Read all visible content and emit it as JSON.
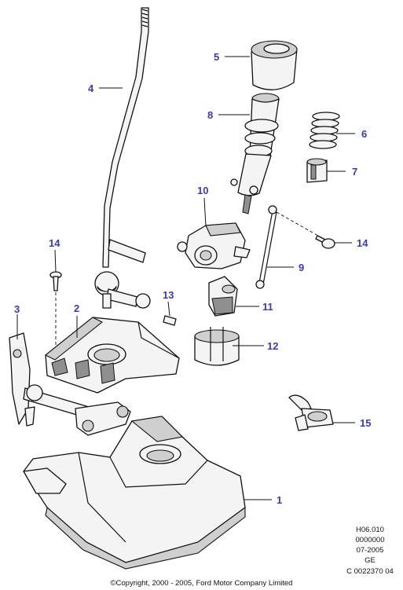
{
  "callouts": {
    "c1": "1",
    "c2": "2",
    "c3": "3",
    "c4": "4",
    "c5": "5",
    "c6": "6",
    "c7": "7",
    "c8": "8",
    "c9": "9",
    "c10": "10",
    "c11": "11",
    "c12": "12",
    "c13": "13",
    "c14a": "14",
    "c14b": "14",
    "c15": "15"
  },
  "reference": {
    "code": "H06.010",
    "number": "0000000",
    "date": "07-2005",
    "region": "GE",
    "catalog_id": "C 0022370 04"
  },
  "copyright": "©Copyright, 2000 - 2005, Ford Motor Company Limited",
  "colors": {
    "callout": "#3a3ab8",
    "line": "#111111"
  }
}
